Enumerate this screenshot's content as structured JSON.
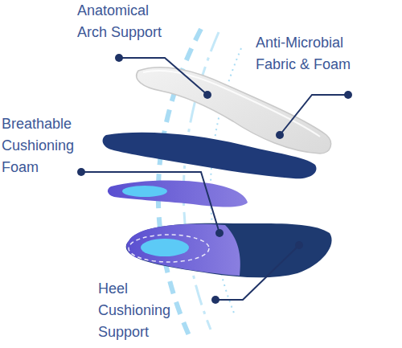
{
  "diagram": {
    "labels": [
      "Anatomical Arch Support",
      "Anti-Microbial Fabric & Foam",
      "Breathable Cushioning Foam",
      "Heel Cushioning Support"
    ]
  }
}
